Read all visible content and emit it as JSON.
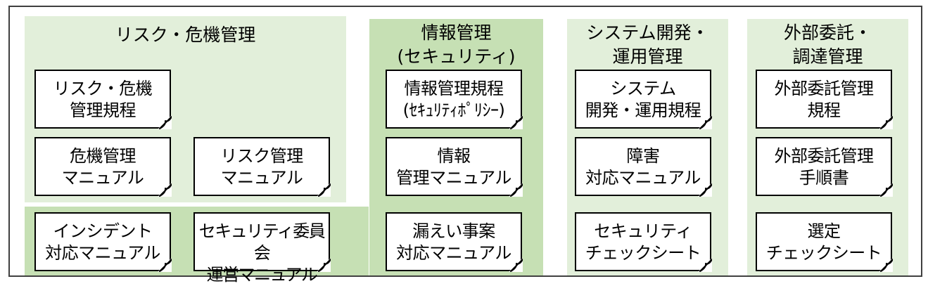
{
  "groups": {
    "risk": {
      "title": "リスク・危機管理",
      "docs": {
        "policy": "リスク・危機\n管理規程",
        "crisis_manual": "危機管理\nマニュアル",
        "risk_manual": "リスク管理\nマニュアル",
        "incident_manual": "インシデント\n対応マニュアル",
        "committee_manual": "セキュリティ委員会\n運営マニュアル"
      }
    },
    "security": {
      "title": "情報管理\n(セキュリティ)",
      "docs": {
        "policy": "情報管理規程\n(ｾｷｭﾘﾃｨﾎﾟﾘｼｰ)",
        "manual": "情報\n管理マニュアル",
        "leak_manual": "漏えい事案\n対応マニュアル"
      }
    },
    "system": {
      "title": "システム開発・\n運用管理",
      "docs": {
        "policy": "システム\n開発・運用規程",
        "failure_manual": "障害\n対応マニュアル",
        "checksheet": "セキュリティ\nチェックシート"
      }
    },
    "outsourcing": {
      "title": "外部委託・\n調達管理",
      "docs": {
        "policy": "外部委託管理\n規程",
        "procedure": "外部委託管理\n手順書",
        "checksheet": "選定\nチェックシート"
      }
    }
  }
}
